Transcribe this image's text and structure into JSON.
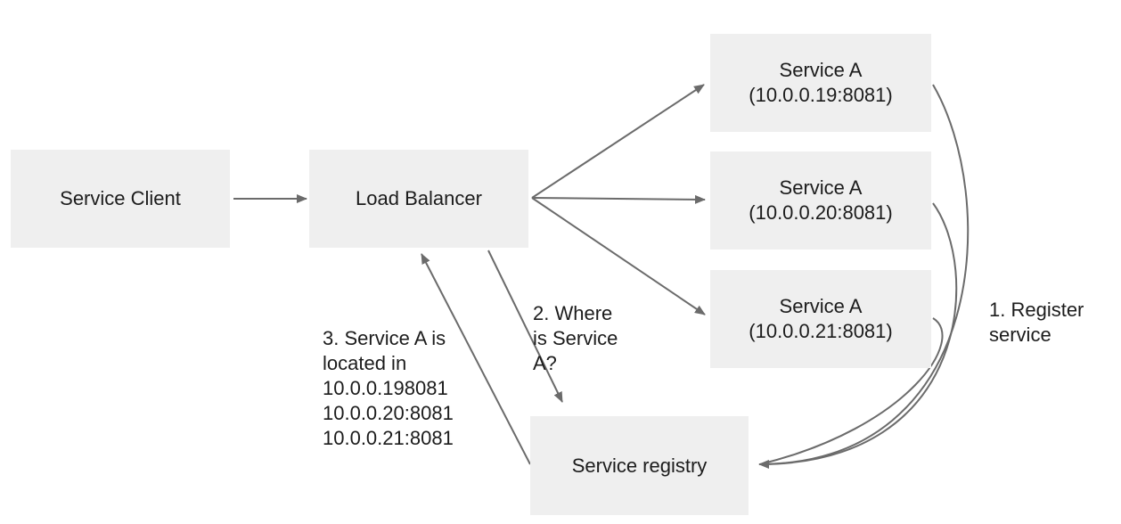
{
  "diagram": {
    "colors": {
      "background": "#ffffff",
      "node_fill": "#efefef",
      "text": "#1c1c1c",
      "connector": "#6b6b6b"
    },
    "nodes": {
      "service_client": {
        "label": "Service Client"
      },
      "load_balancer": {
        "label": "Load Balancer"
      },
      "service_a_1": {
        "name": "Service A",
        "address": "(10.0.0.19:8081)"
      },
      "service_a_2": {
        "name": "Service A",
        "address": "(10.0.0.20:8081)"
      },
      "service_a_3": {
        "name": "Service A",
        "address": "(10.0.0.21:8081)"
      },
      "service_registry": {
        "label": "Service registry"
      }
    },
    "annotations": {
      "register": {
        "lines": [
          "1. Register",
          "service"
        ]
      },
      "where": {
        "lines": [
          "2. Where",
          "is Service",
          "A?"
        ]
      },
      "located": {
        "lines": [
          "3. Service A is",
          "located in",
          "10.0.0.198081",
          "10.0.0.20:8081",
          "10.0.0.21:8081"
        ]
      }
    }
  }
}
